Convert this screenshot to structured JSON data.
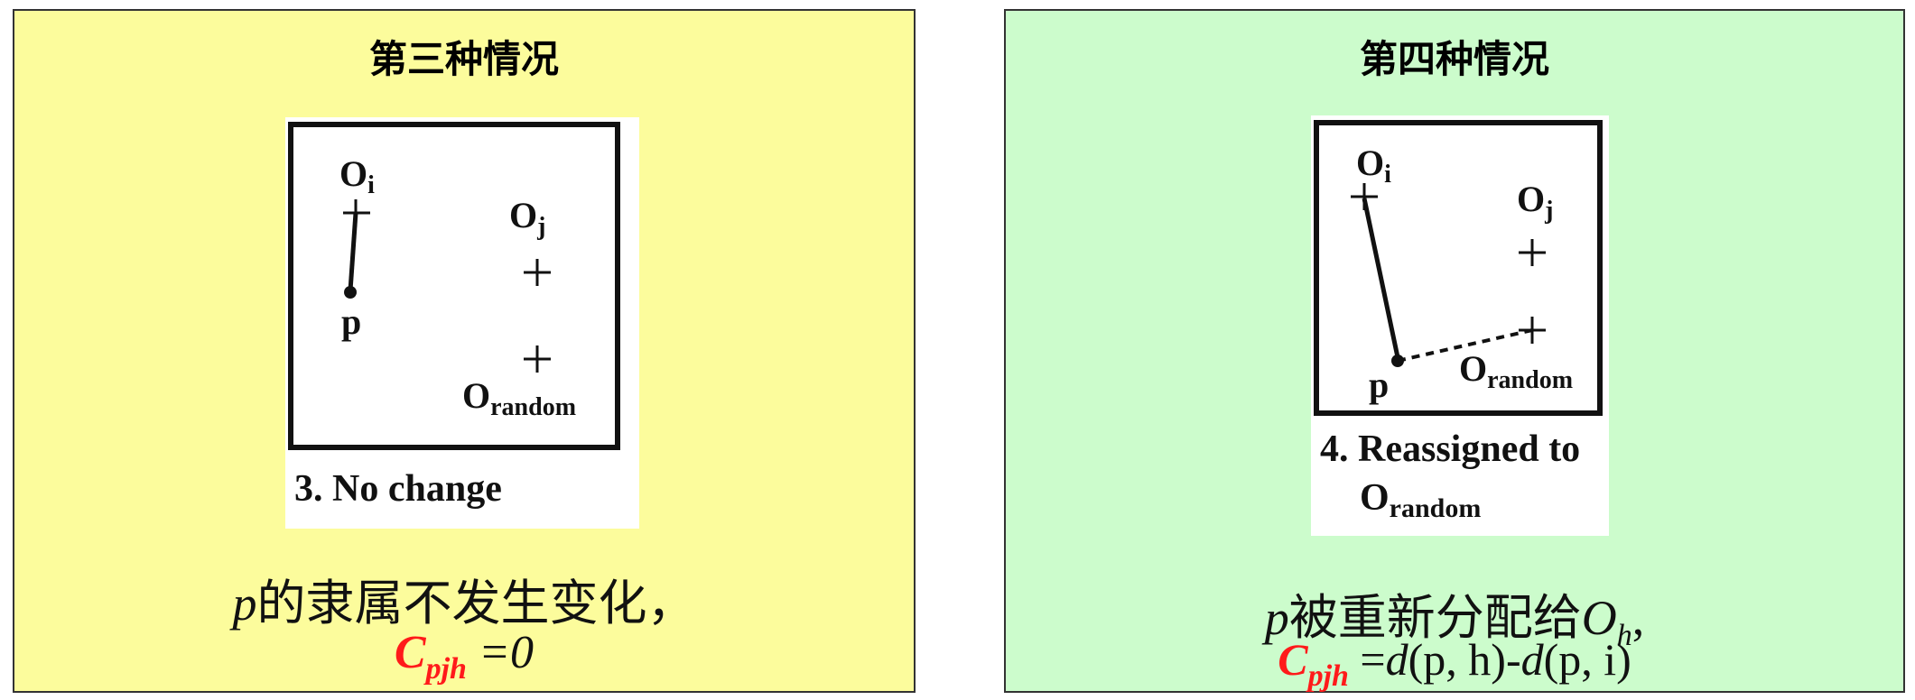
{
  "panels": [
    {
      "title": "第三种情况",
      "figure": {
        "labels": {
          "oi": "O",
          "oi_sub": "i",
          "oj": "O",
          "oj_sub": "j",
          "p": "p",
          "orandom": "O",
          "orandom_sub": "random"
        },
        "caption": "3. No change"
      },
      "description": {
        "p": "p",
        "text": "的隶属不发生变化，",
        "cost_symbol": "C",
        "cost_sub": "pjh",
        "formula": "=0"
      }
    },
    {
      "title": "第四种情况",
      "figure": {
        "labels": {
          "oi": "O",
          "oi_sub": "i",
          "oj": "O",
          "oj_sub": "j",
          "p": "p",
          "orandom": "O",
          "orandom_sub": "random"
        },
        "caption_line1": "4. Reassigned to",
        "caption_line2": "O",
        "caption_line2_sub": "random"
      },
      "description": {
        "p": "p",
        "text": "被重新分配给",
        "target": "O",
        "target_sub": "h",
        "comma": ",",
        "cost_symbol": "C",
        "cost_sub": "pjh",
        "formula_prefix": "=",
        "f1": "d",
        "f1_args": "(p, h)",
        "minus": "-",
        "f2": "d",
        "f2_args": "(p, i)"
      }
    }
  ],
  "colors": {
    "panel3_bg": "#fcfc9c",
    "panel4_bg": "#ccfccc",
    "accent_red": "#ff1a1a"
  }
}
